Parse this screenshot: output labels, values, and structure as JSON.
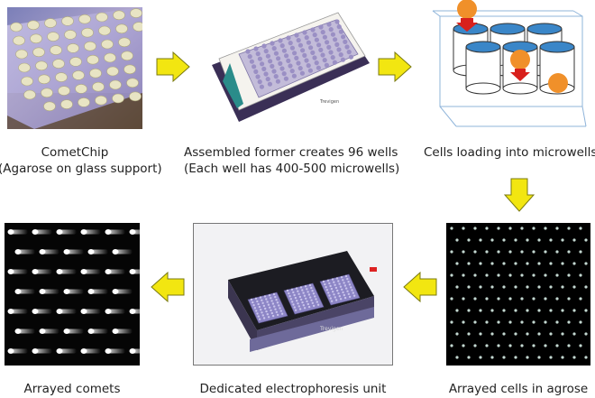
{
  "steps": [
    {
      "id": "cometchip",
      "line1": "CometChip",
      "line2": "(Agarose on glass support)"
    },
    {
      "id": "former",
      "line1": "Assembled former creates 96 wells",
      "line2": "(Each well has 400-500 microwells)"
    },
    {
      "id": "loading",
      "line1": "Cells loading into microwells",
      "line2": ""
    },
    {
      "id": "arrayed-cells",
      "line1": "Arrayed cells in agrose",
      "line2": ""
    },
    {
      "id": "electrophoresis",
      "line1": "Dedicated electrophoresis unit",
      "line2": ""
    },
    {
      "id": "comets",
      "line1": "Arrayed comets",
      "line2": ""
    }
  ],
  "device_brand": "Trevigen",
  "colors": {
    "arrow_fill": "#f2e611",
    "arrow_stroke": "#7a7a10",
    "cylinder_fill": "#ffffff",
    "cylinder_top": "#3a86c8",
    "cell": "#f0902a",
    "red_arrow": "#d8201c",
    "box_stroke": "#8fb4da"
  }
}
